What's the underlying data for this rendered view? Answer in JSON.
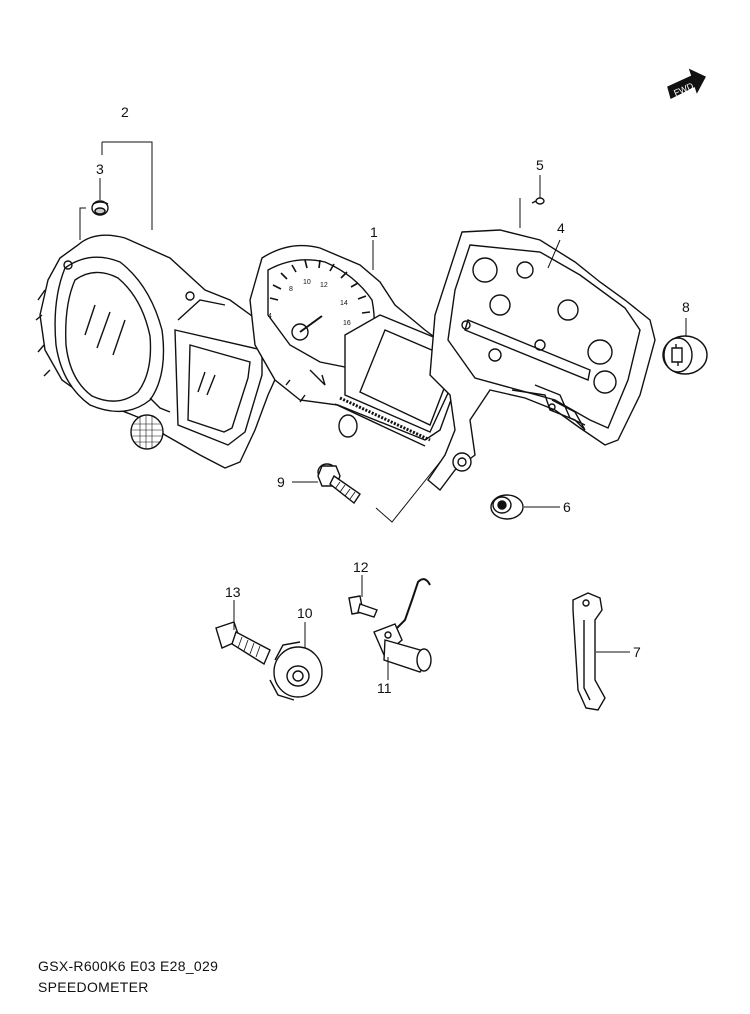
{
  "diagram": {
    "fwd_label": "FWD",
    "callouts": {
      "p1": "1",
      "p2": "2",
      "p3": "3",
      "p4": "4",
      "p5": "5",
      "p6": "6",
      "p7": "7",
      "p8": "8",
      "p9": "9",
      "p10": "10",
      "p11": "11",
      "p12": "12",
      "p13": "13"
    },
    "dial_numbers": [
      "4",
      "8",
      "10",
      "12",
      "14",
      "16"
    ]
  },
  "footer": {
    "code": "GSX-R600K6 E03 E28_029",
    "title": "SPEEDOMETER"
  }
}
